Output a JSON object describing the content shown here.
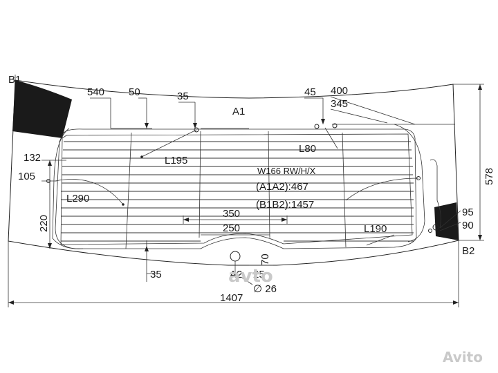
{
  "part": {
    "code": "W166 RW/H/X",
    "a1a2": "(A1A2):467",
    "b1b2": "(B1B2):1457"
  },
  "points": {
    "b1": "B1",
    "b2": "B2",
    "a1": "A1",
    "a2": "A2"
  },
  "dimensions": {
    "d540": "540",
    "d50": "50",
    "d35_top": "35",
    "d45": "45",
    "d400": "400",
    "d345": "345",
    "l80": "L80",
    "l195": "L195",
    "d132": "132",
    "d105": "105",
    "l290": "L290",
    "d220": "220",
    "d350": "350",
    "d250": "250",
    "l190": "L190",
    "d95": "95",
    "d90": "90",
    "d578": "578",
    "d35_bottom": "35",
    "d70": "70",
    "d25": "25",
    "d26": "∅ 26",
    "d1407": "1407"
  },
  "watermark": {
    "center": "avto",
    "corner": "Avito"
  },
  "colors": {
    "glass_outline": "#222222",
    "ceramic_band": "#1a1a1a",
    "watermark": "#c9c9c9"
  }
}
